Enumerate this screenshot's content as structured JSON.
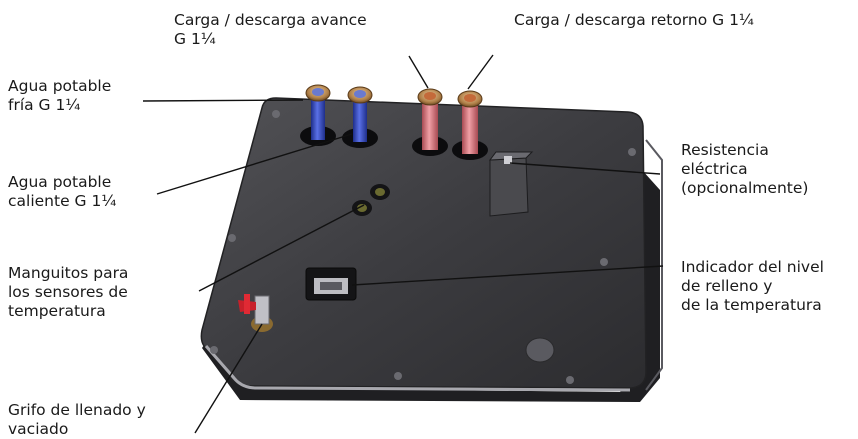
{
  "labels": {
    "agua_fria": "Agua potable\nfría G 1¼",
    "agua_caliente": "Agua potable\ncaliente G 1¼",
    "manguitos": "Manguitos para\nlos sensores de\ntemperatura",
    "grifo": "Grifo de llenado y\nvaciado",
    "carga_avance": "Carga / descarga avance\nG 1¼",
    "carga_retorno": "Carga / descarga retorno G 1¼",
    "resistencia": "Resistencia\neléctrica\n(opcionalmente)",
    "indicador": "Indicador del nivel\nde relleno y\nde la temperatura"
  },
  "colors": {
    "plate": "#3d3d40",
    "plate_edge": "#222224",
    "plate_rim": "#9a9aa0",
    "pipe_blue": "#3a4fc4",
    "pipe_red": "#d76f76",
    "valve_red": "#c8202a",
    "leader": "#111111"
  }
}
